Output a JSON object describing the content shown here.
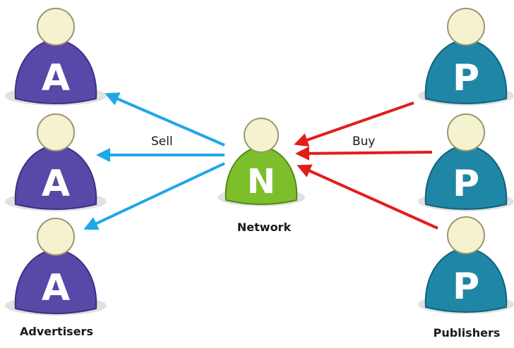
{
  "colors": {
    "advertiser": "#5a48a8",
    "network": "#7dbf2a",
    "publisher": "#1f86a6",
    "head": "#f5f3cf",
    "sell_arrow": "#1ea8e6",
    "buy_arrow": "#e21c1c"
  },
  "advertisers": [
    {
      "letter": "A"
    },
    {
      "letter": "A"
    },
    {
      "letter": "A"
    }
  ],
  "publishers": [
    {
      "letter": "P"
    },
    {
      "letter": "P"
    },
    {
      "letter": "P"
    }
  ],
  "network": {
    "letter": "N",
    "label": "Network"
  },
  "labels": {
    "sell": "Sell",
    "buy": "Buy",
    "advertisers": "Advertisers",
    "publishers": "Publishers"
  }
}
